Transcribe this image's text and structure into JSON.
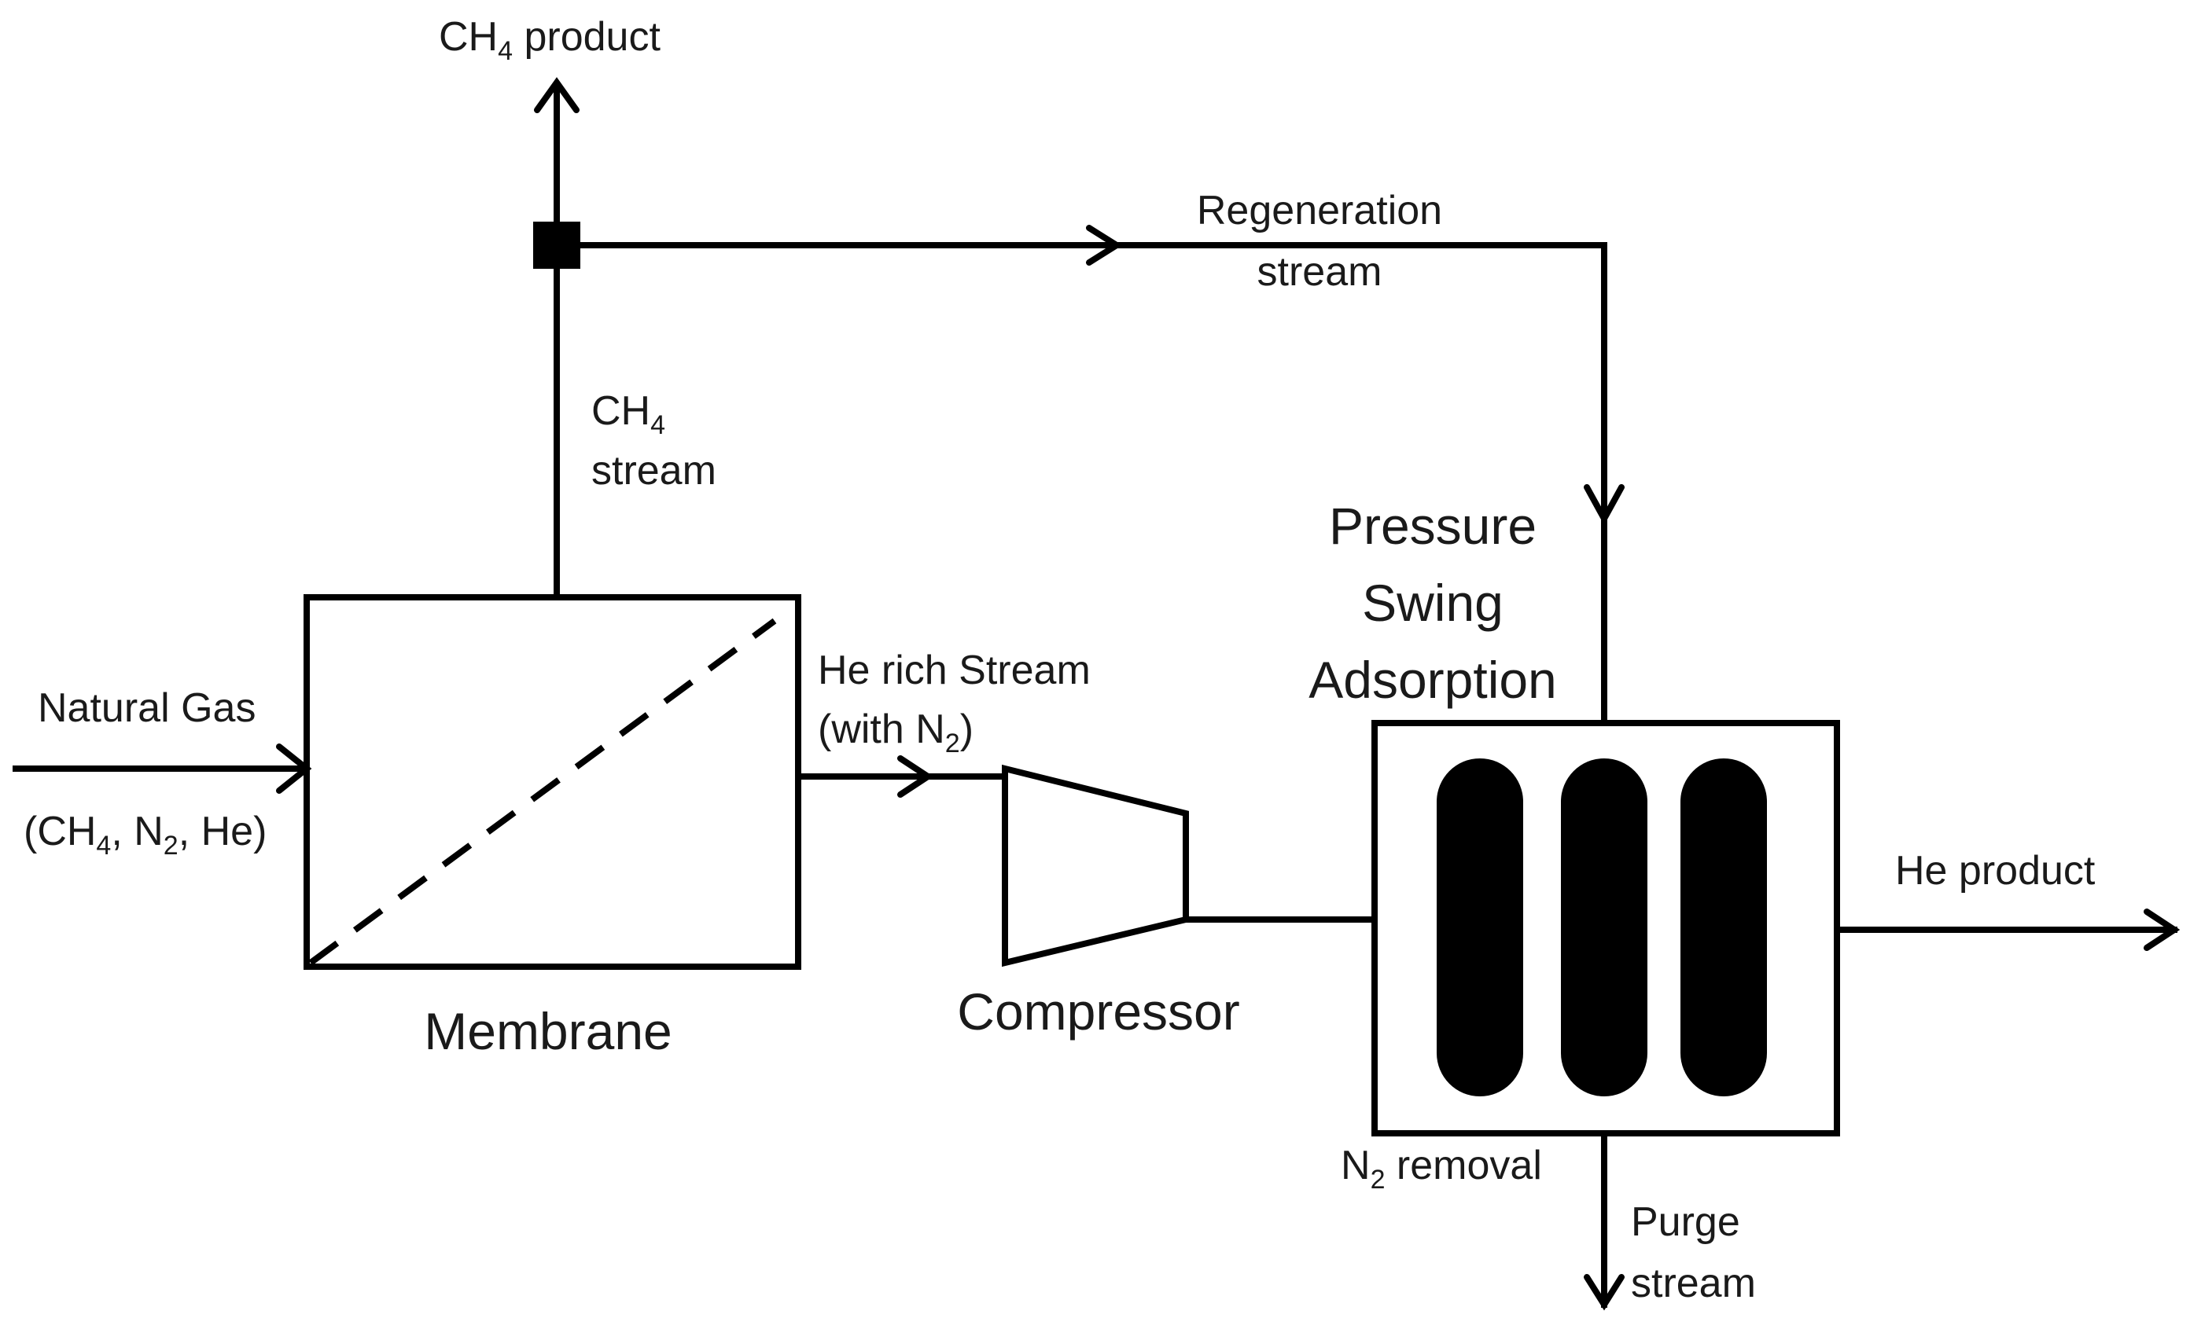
{
  "colors": {
    "background": "#ffffff",
    "ink": "#000000",
    "text": "#1a1a1a"
  },
  "labels": {
    "ch4_product": {
      "main": "CH",
      "sub": "4",
      "tail": " product"
    },
    "regeneration_line1": "Regeneration",
    "regeneration_line2": "stream",
    "ch4_stream_line1": {
      "main": "CH",
      "sub": "4"
    },
    "ch4_stream_line2": "stream",
    "natural_gas": "Natural Gas",
    "feed_composition": {
      "p1": "(CH",
      "s1": "4",
      "p2": ", N",
      "s2": "2",
      "p3": ", He)"
    },
    "he_rich_line1": "He rich Stream",
    "he_rich_line2": {
      "main": "(with N",
      "sub": "2",
      "tail": ")"
    },
    "psa_line1": "Pressure",
    "psa_line2": "Swing",
    "psa_line3": "Adsorption",
    "membrane": "Membrane",
    "compressor": "Compressor",
    "he_product": "He product",
    "n2_removal": {
      "main": "N",
      "sub": "2",
      "tail": " removal"
    },
    "purge_line1": "Purge",
    "purge_line2": "stream"
  }
}
